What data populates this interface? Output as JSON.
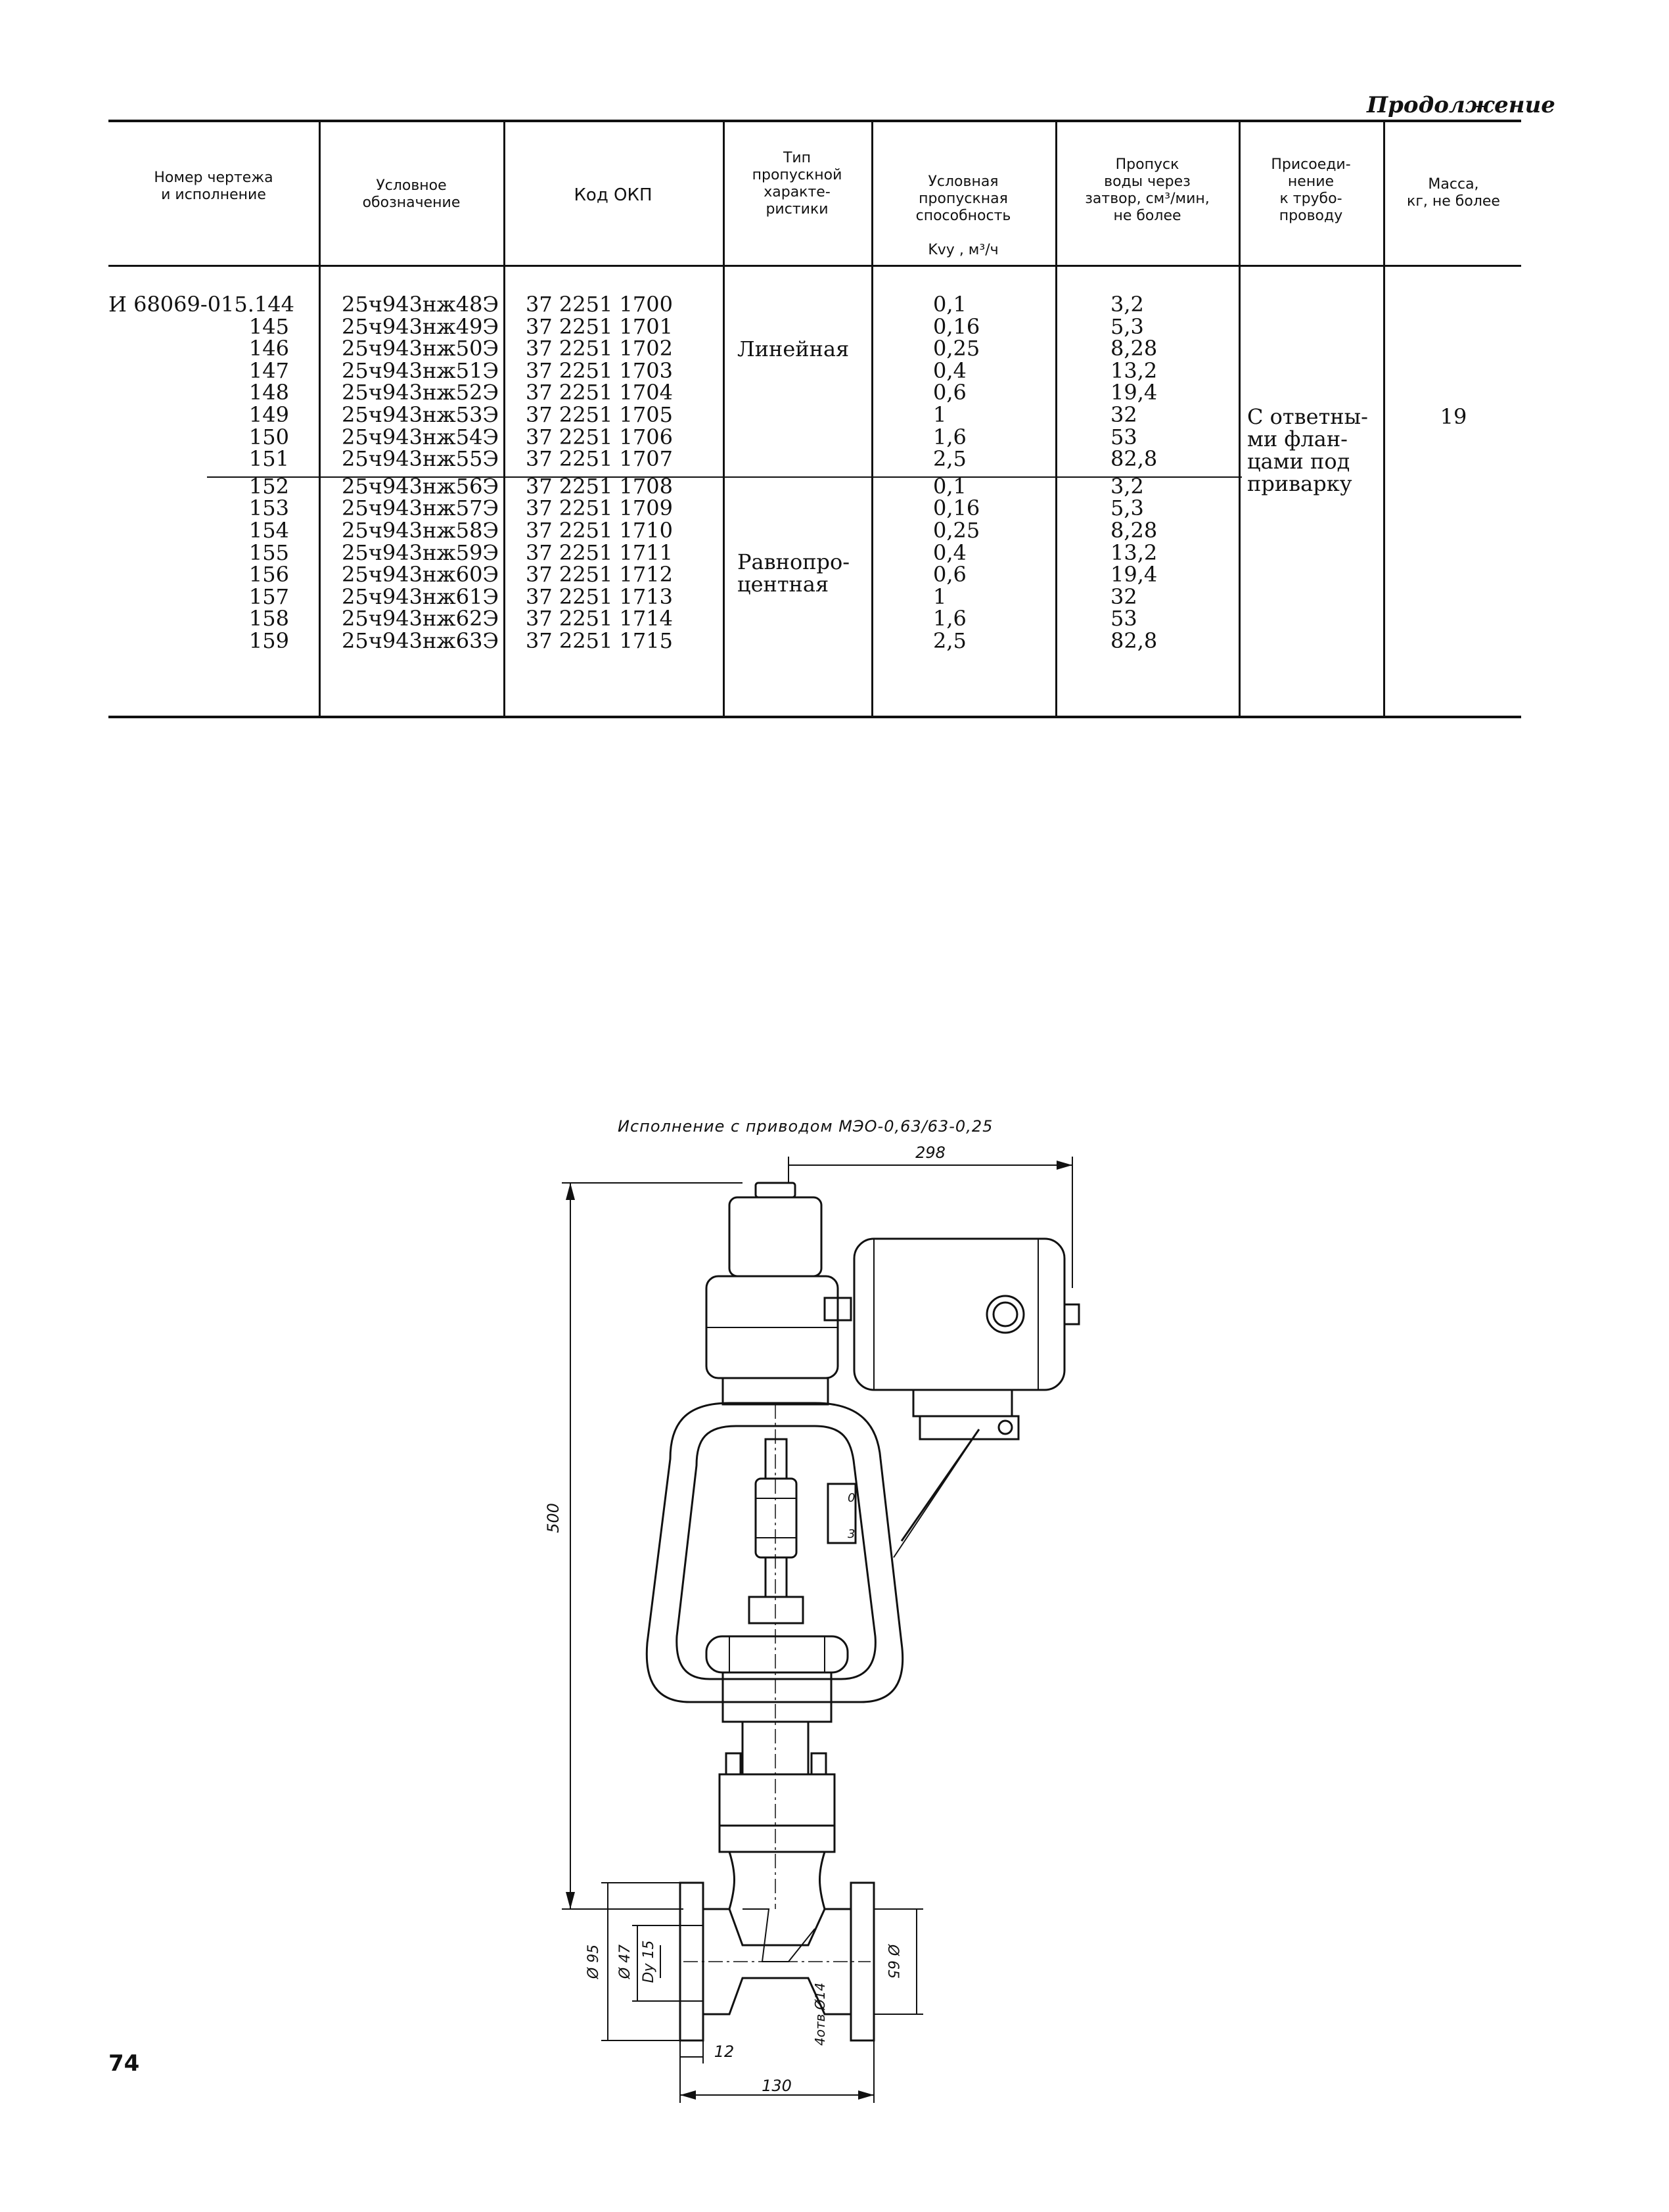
{
  "header": {
    "continuation": "Продолжение"
  },
  "table": {
    "columns": [
      {
        "label": "Номер чертежа\nи исполнение"
      },
      {
        "label": "Условное\nобозначение"
      },
      {
        "label": "Код ОКП"
      },
      {
        "label": "Тип\nпропускной\nхаракте-\nристики"
      },
      {
        "label": "Условная\nпропускная\nспособность",
        "label2": "Kvу , м³/ч"
      },
      {
        "label": "Пропуск\nводы через\nзатвор, см³/мин,\nне более"
      },
      {
        "label": "Присоеди-\nнение\nк трубо-\nпроводу"
      },
      {
        "label": "Масса,\nкг, не более"
      }
    ],
    "rows": [
      {
        "num": "И 68069-015.144",
        "designation": "25ч943нж48Э",
        "okp": "37 2251 1700",
        "kv": "0,1",
        "leak": "3,2"
      },
      {
        "num": "145",
        "designation": "25ч943нж49Э",
        "okp": "37 2251 1701",
        "kv": "0,16",
        "leak": "5,3"
      },
      {
        "num": "146",
        "designation": "25ч943нж50Э",
        "okp": "37 2251 1702",
        "kv": "0,25",
        "leak": "8,28"
      },
      {
        "num": "147",
        "designation": "25ч943нж51Э",
        "okp": "37 2251 1703",
        "kv": "0,4",
        "leak": "13,2"
      },
      {
        "num": "148",
        "designation": "25ч943нж52Э",
        "okp": "37 2251 1704",
        "kv": "0,6",
        "leak": "19,4"
      },
      {
        "num": "149",
        "designation": "25ч943нж53Э",
        "okp": "37 2251 1705",
        "kv": "1",
        "leak": "32"
      },
      {
        "num": "150",
        "designation": "25ч943нж54Э",
        "okp": "37 2251 1706",
        "kv": "1,6",
        "leak": "53"
      },
      {
        "num": "151",
        "designation": "25ч943нж55Э",
        "okp": "37 2251 1707",
        "kv": "2,5",
        "leak": "82,8"
      },
      {
        "num": "152",
        "designation": "25ч943нж56Э",
        "okp": "37 2251 1708",
        "kv": "0,1",
        "leak": "3,2"
      },
      {
        "num": "153",
        "designation": "25ч943нж57Э",
        "okp": "37 2251 1709",
        "kv": "0,16",
        "leak": "5,3"
      },
      {
        "num": "154",
        "designation": "25ч943нж58Э",
        "okp": "37 2251 1710",
        "kv": "0,25",
        "leak": "8,28"
      },
      {
        "num": "155",
        "designation": "25ч943нж59Э",
        "okp": "37 2251 1711",
        "kv": "0,4",
        "leak": "13,2"
      },
      {
        "num": "156",
        "designation": "25ч943нж60Э",
        "okp": "37 2251 1712",
        "kv": "0,6",
        "leak": "19,4"
      },
      {
        "num": "157",
        "designation": "25ч943нж61Э",
        "okp": "37 2251 1713",
        "kv": "1",
        "leak": "32"
      },
      {
        "num": "158",
        "designation": "25ч943нж62Э",
        "okp": "37 2251 1714",
        "kv": "1,6",
        "leak": "53"
      },
      {
        "num": "159",
        "designation": "25ч943нж63Э",
        "okp": "37 2251 1715",
        "kv": "2,5",
        "leak": "82,8"
      }
    ],
    "type_group_1": "Линейная",
    "type_group_2": "Равнопро-\nцентная",
    "connection": "С ответны-\nми флан-\nцами под\nприварку",
    "mass": "19"
  },
  "figure": {
    "caption": "Исполнение с приводом МЭО-0,63/63-0,25",
    "dims": {
      "width_total": "298",
      "height_total": "500",
      "d95": "Ø 95",
      "d47": "Ø 47",
      "dy15": "Dy 15",
      "d65": "Ø 65",
      "holes": "4отв.Ø14",
      "flange_thk": "12",
      "length": "130"
    },
    "scale_marks": [
      "0",
      "3"
    ]
  },
  "footer": {
    "page_number": "74"
  }
}
